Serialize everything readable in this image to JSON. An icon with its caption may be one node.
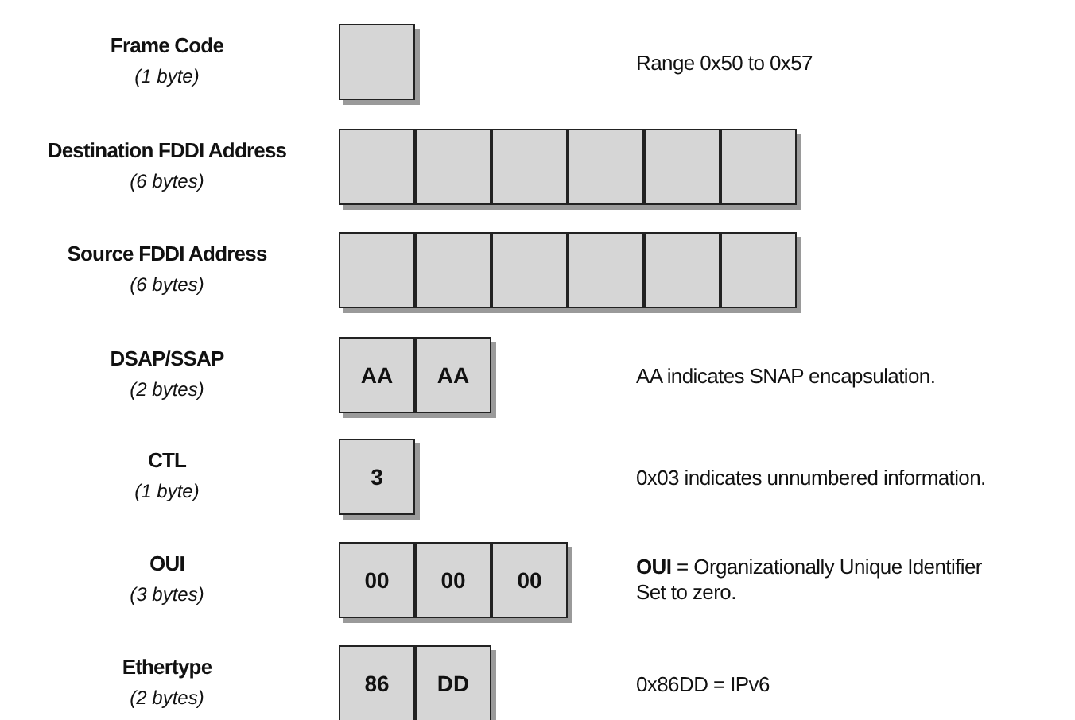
{
  "diagram": {
    "nodes": [
      {
        "text": [],
        "shape": "box"
      },
      {
        "text": [],
        "shape": "box"
      },
      {
        "text": [],
        "shape": "box"
      },
      {
        "text": [],
        "shape": "box"
      },
      {
        "text": [],
        "shape": "box"
      },
      {
        "text": [],
        "shape": "box"
      },
      {
        "text": [],
        "shape": "box"
      },
      {
        "text": [],
        "shape": "box"
      },
      {
        "text": [],
        "shape": "box"
      },
      {
        "text": [],
        "shape": "box"
      },
      {
        "text": [],
        "shape": "box"
      },
      {
        "text": [],
        "shape": "box"
      },
      {
        "text": [],
        "shape": "box"
      },
      {
        "text": [
          "AA"
        ]
      },
      {
        "text": [
          "AA"
        ]
      },
      {
        "text": [
          "3"
        ]
      },
      {
        "text": [
          "00"
        ]
      },
      {
        "text": [
          "00"
        ]
      },
      {
        "text": [
          "00"
        ]
      },
      {
        "text": [
          "86"
        ]
      },
      {
        "text": [
          "DD"
        ]
      }
    ],
    "labels": [
      "Frame Code",
      "(1 byte)",
      "Range 0x50 to 0x57",
      "Destination FDDI Address",
      "(6 bytes)",
      "Source FDDI Address",
      "(6 bytes)",
      "DSAP/SSAP",
      "(2 bytes)",
      "AA indicates SNAP encapsulation.",
      "CTL",
      "(1 byte)",
      "0x03 indicates unnumbered information.",
      "OUI",
      "(3 bytes)",
      "**OUI** = Organizationally Unique Identifier Set to zero.",
      "Ethertype",
      "(2 bytes)",
      "0x86DD = IPv6"
    ]
  }
}
